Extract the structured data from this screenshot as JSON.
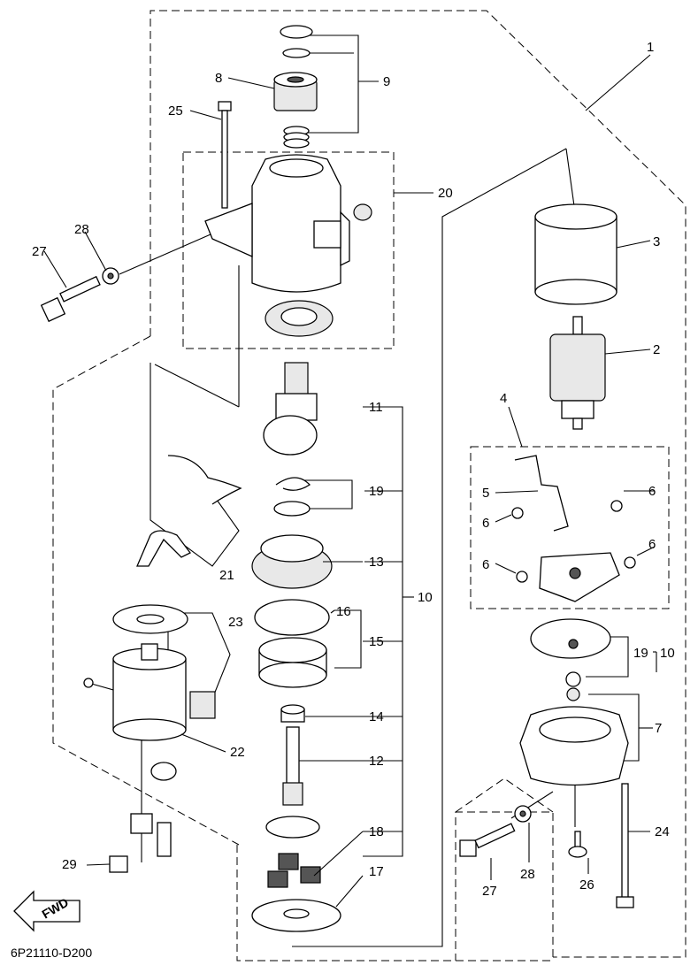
{
  "diagram_code": "6P21110-D200",
  "direction_label": "FWD",
  "callouts": {
    "c1": "1",
    "c2": "2",
    "c3": "3",
    "c4": "4",
    "c5": "5",
    "c6a": "6",
    "c6b": "6",
    "c6c": "6",
    "c6d": "6",
    "c7": "7",
    "c8": "8",
    "c9": "9",
    "c10a": "10",
    "c10b": "10",
    "c11": "11",
    "c12": "12",
    "c13": "13",
    "c14": "14",
    "c15": "15",
    "c16": "16",
    "c17": "17",
    "c18": "18",
    "c19a": "19",
    "c19b": "19",
    "c20": "20",
    "c21": "21",
    "c22": "22",
    "c23": "23",
    "c24": "24",
    "c25": "25",
    "c26": "26",
    "c27a": "27",
    "c27b": "27",
    "c28a": "28",
    "c28b": "28",
    "c29": "29"
  }
}
